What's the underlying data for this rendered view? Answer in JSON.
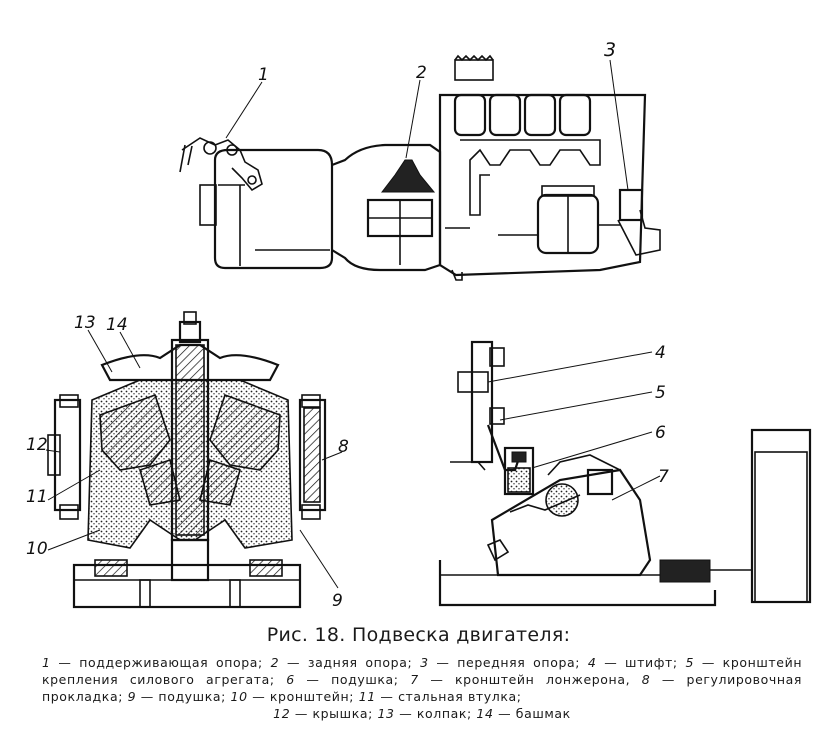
{
  "figure": {
    "labels": {
      "l1": "1",
      "l2": "2",
      "l3": "3",
      "l4": "4",
      "l5": "5",
      "l6": "6",
      "l7": "7",
      "l8": "8",
      "l9": "9",
      "l10": "10",
      "l11": "11",
      "l12": "12",
      "l13": "13",
      "l14": "14"
    }
  },
  "caption": {
    "title": "Рис. 18. Подвеска двигателя:",
    "items": [
      {
        "num": "1",
        "text": "— поддерживающая опора;"
      },
      {
        "num": "2",
        "text": "— задняя опора;"
      },
      {
        "num": "3",
        "text": "— передняя опора;"
      },
      {
        "num": "4",
        "text": "— штифт;"
      },
      {
        "num": "5",
        "text": "— кронштейн крепления силового агрегата;"
      },
      {
        "num": "6",
        "text": "— подушка;"
      },
      {
        "num": "7",
        "text": "— кронштейн лонжерона,"
      },
      {
        "num": "8",
        "text": "— регулировочная прокладка;"
      },
      {
        "num": "9",
        "text": "— подушка;"
      },
      {
        "num": "10",
        "text": "— кронштейн;"
      },
      {
        "num": "11",
        "text": "— стальная втулка;"
      },
      {
        "num": "12",
        "text": "— крышка;"
      },
      {
        "num": "13",
        "text": "— колпак;"
      },
      {
        "num": "14",
        "text": "— башмак"
      }
    ]
  }
}
